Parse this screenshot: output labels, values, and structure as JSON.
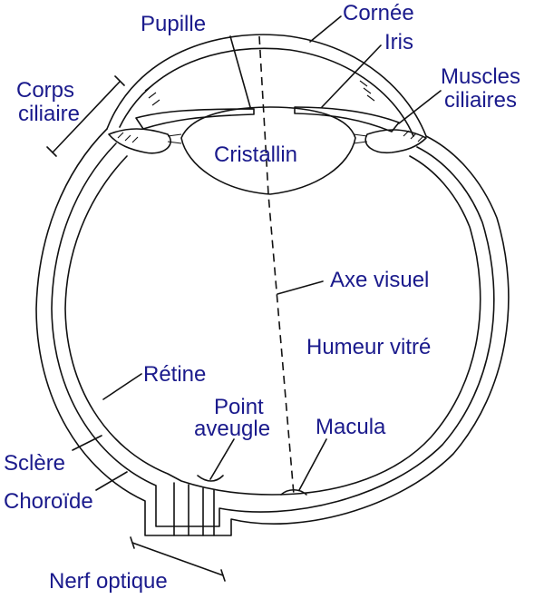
{
  "labels": {
    "pupille": "Pupille",
    "cornee": "Cornée",
    "iris": "Iris",
    "corps_ciliaire_1": "Corps",
    "corps_ciliaire_2": "ciliaire",
    "muscles_ciliaires_1": "Muscles",
    "muscles_ciliaires_2": "ciliaires",
    "cristallin": "Cristallin",
    "axe_visuel": "Axe visuel",
    "humeur_vitre": "Humeur vitré",
    "retine": "Rétine",
    "point_aveugle_1": "Point",
    "point_aveugle_2": "aveugle",
    "macula": "Macula",
    "sclere": "Sclère",
    "choroide": "Choroïde",
    "nerf_optique": "Nerf optique"
  },
  "colors": {
    "label": "#1a1a8c",
    "line": "#111111",
    "background": "#ffffff"
  }
}
